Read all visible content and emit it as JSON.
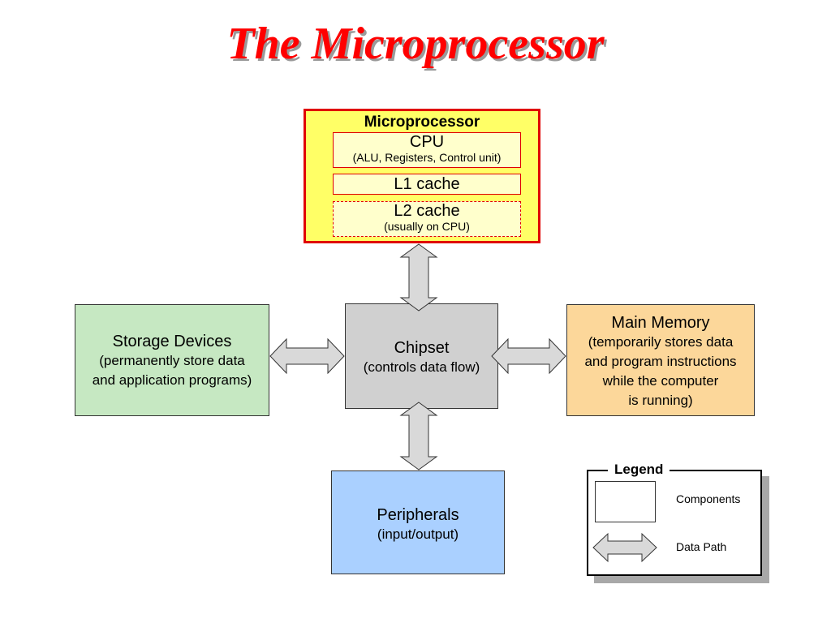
{
  "title": "The Microprocessor",
  "microprocessor": {
    "label": "Microprocessor",
    "cpu": {
      "name": "CPU",
      "detail": "(ALU, Registers, Control unit)"
    },
    "l1": {
      "name": "L1 cache"
    },
    "l2": {
      "name": "L2 cache",
      "detail": "(usually on CPU)"
    }
  },
  "chipset": {
    "name": "Chipset",
    "detail": "(controls data flow)"
  },
  "storage": {
    "name": "Storage Devices",
    "detail_line1": "(permanently store data",
    "detail_line2": "and application programs)"
  },
  "memory": {
    "name": "Main Memory",
    "detail_line1": "(temporarily stores data",
    "detail_line2": "and program instructions",
    "detail_line3": "while the computer",
    "detail_line4": "is running)"
  },
  "peripherals": {
    "name": "Peripherals",
    "detail": "(input/output)"
  },
  "legend": {
    "title": "Legend",
    "components_label": "Components",
    "data_path_label": "Data Path"
  },
  "colors": {
    "title": "#ff0000",
    "microprocessor_fill": "#ffff66",
    "microprocessor_border": "#e00000",
    "cache_fill": "#ffffcc",
    "chipset_fill": "#d0d0d0",
    "storage_fill": "#c6e8c2",
    "memory_fill": "#fcd79a",
    "peripherals_fill": "#aad0ff",
    "arrow_fill": "#d9d9d9"
  }
}
